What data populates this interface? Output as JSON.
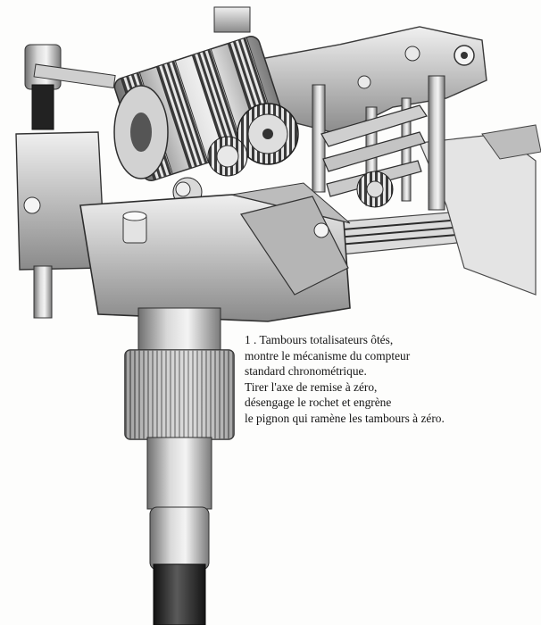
{
  "caption": {
    "lines": [
      "1 . Tambours totalisateurs ôtés,",
      "montre le mécanisme du compteur",
      "standard chronométrique.",
      "Tirer l'axe de remise à zéro,",
      "désengage le rochet et engrène",
      "le pignon qui ramène les tambours à zéro."
    ]
  }
}
